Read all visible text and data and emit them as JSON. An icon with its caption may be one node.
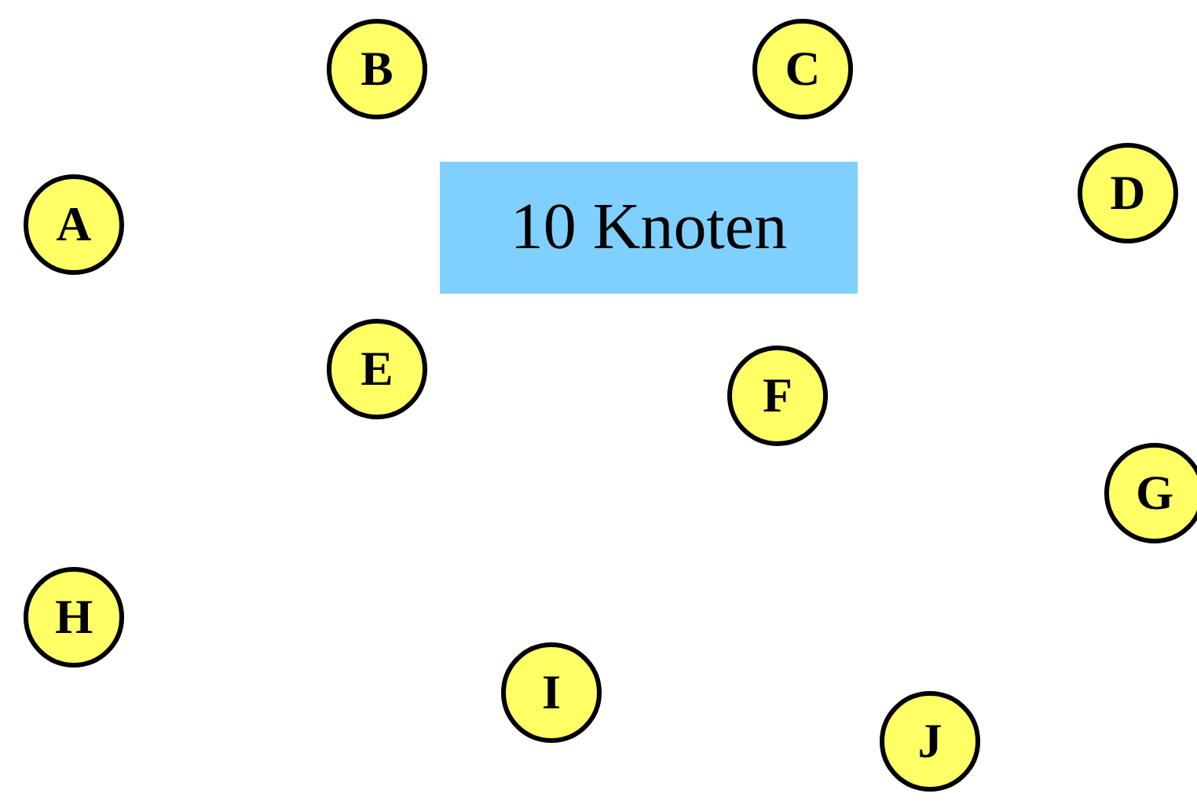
{
  "diagram": {
    "nodes": [
      {
        "text": [
          "B"
        ]
      },
      {
        "text": [
          "C"
        ]
      },
      {
        "text": [
          "D"
        ]
      },
      {
        "text": [
          "A"
        ]
      },
      {
        "text": [
          "10 Knoten"
        ]
      },
      {
        "text": [
          "E"
        ]
      },
      {
        "text": [
          "F"
        ]
      },
      {
        "text": [
          "G"
        ]
      },
      {
        "text": [
          "H"
        ]
      },
      {
        "text": [
          "I"
        ]
      },
      {
        "text": [
          "J"
        ]
      }
    ],
    "edges": []
  }
}
